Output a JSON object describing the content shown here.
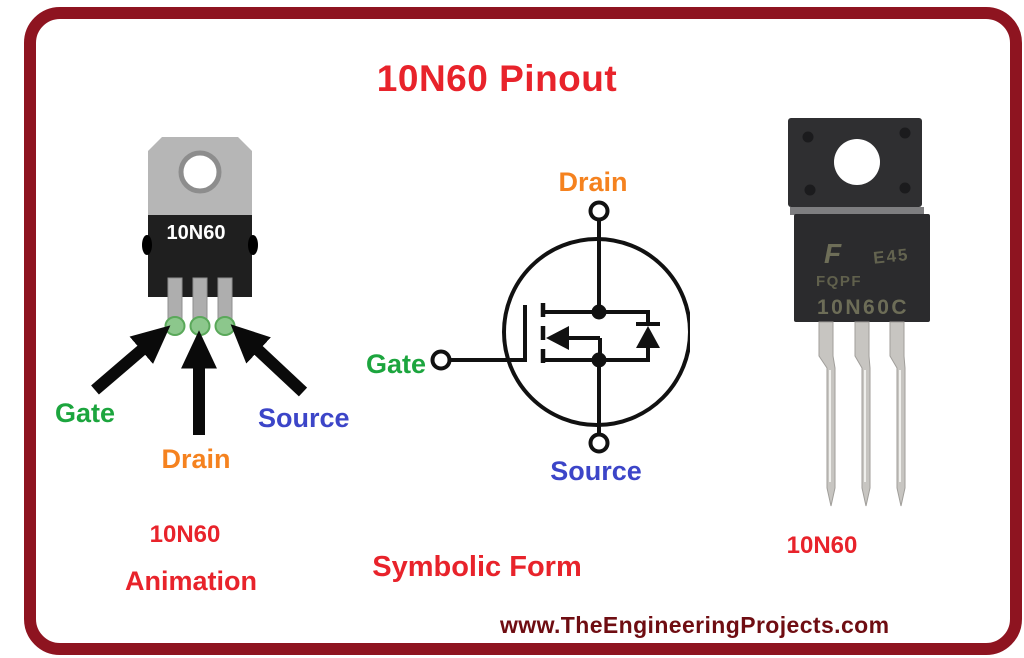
{
  "title": "10N60 Pinout",
  "footer": {
    "website": "www.TheEngineeringProjects.com"
  },
  "colors": {
    "border_maroon": "#8e1420",
    "title_red": "#e8232b",
    "gate_green": "#1ca53e",
    "drain_orange": "#f5821f",
    "source_blue": "#3c45c8",
    "footer_maroon": "#6f0d12"
  },
  "animation_panel": {
    "chip_label": "10N60",
    "pin_labels": {
      "gate": "Gate",
      "drain": "Drain",
      "source": "Source"
    },
    "caption_top": "10N60",
    "caption_bottom": "Animation"
  },
  "symbol_panel": {
    "pin_labels": {
      "drain": "Drain",
      "gate": "Gate",
      "source": "Source"
    },
    "caption": "Symbolic Form"
  },
  "photo_panel": {
    "markings": {
      "logo": "F",
      "code": "E45",
      "prefix": "FQPF",
      "part": "10N60C"
    },
    "caption": "10N60"
  }
}
